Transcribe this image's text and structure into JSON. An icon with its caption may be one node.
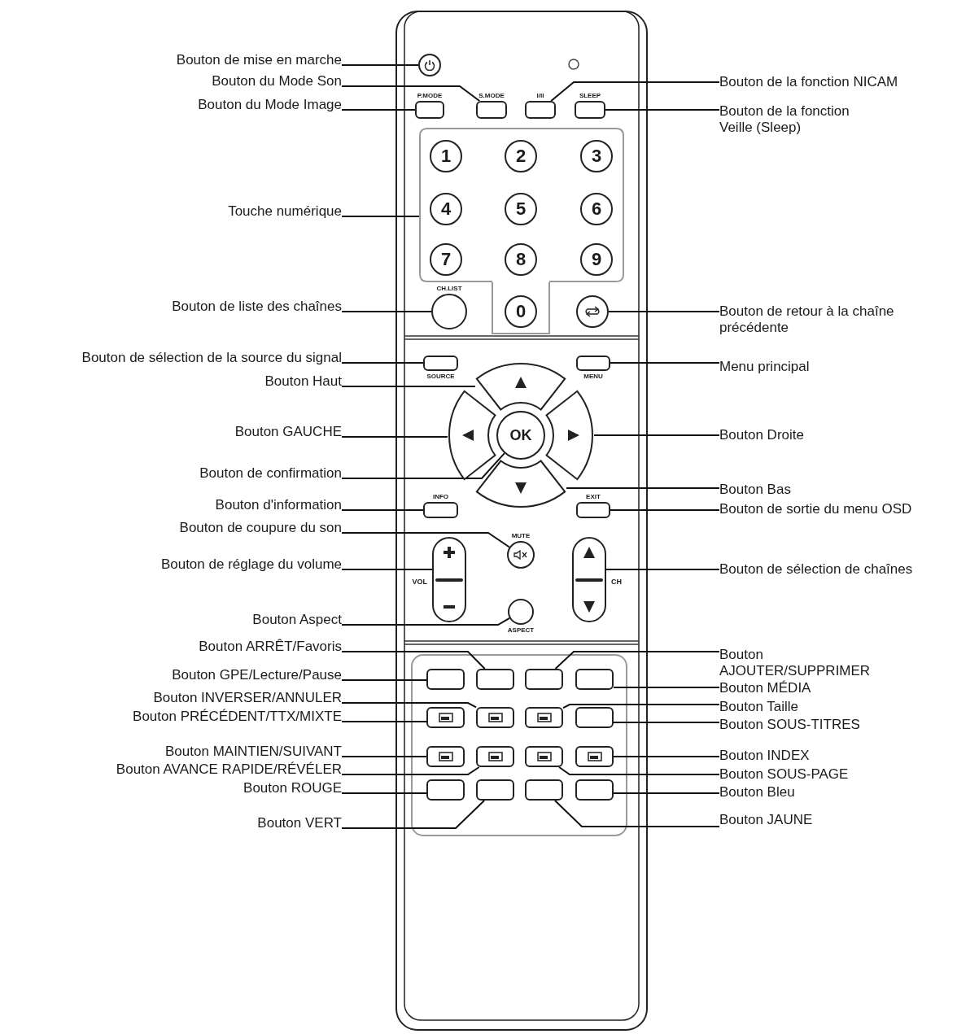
{
  "diagram": {
    "nodes": [
      {
        "text": [
          "Bouton de mise en marche"
        ]
      },
      {
        "text": [
          "Bouton du Mode Son"
        ]
      },
      {
        "text": [
          "Bouton du Mode Image"
        ]
      },
      {
        "text": [
          "Touche numérique"
        ]
      },
      {
        "text": [
          "Bouton de liste des chaînes"
        ]
      },
      {
        "text": [
          "Bouton de sélection de la source du signal"
        ]
      },
      {
        "text": [
          "Bouton Haut"
        ]
      },
      {
        "text": [
          "Bouton GAUCHE"
        ]
      },
      {
        "text": [
          "Bouton de confirmation"
        ]
      },
      {
        "text": [
          "Bouton d'information"
        ]
      },
      {
        "text": [
          "Bouton de coupure du son"
        ]
      },
      {
        "text": [
          "Bouton de réglage du volume"
        ]
      },
      {
        "text": [
          "Bouton Aspect"
        ]
      },
      {
        "text": [
          "Bouton ARRÊT/Favoris"
        ]
      },
      {
        "text": [
          "Bouton GPE/Lecture/Pause"
        ]
      },
      {
        "text": [
          "Bouton INVERSER/ANNULER"
        ]
      },
      {
        "text": [
          "Bouton PRÉCÉDENT/TTX/MIXTE"
        ]
      },
      {
        "text": [
          "Bouton MAINTIEN/SUIVANT"
        ]
      },
      {
        "text": [
          "Bouton AVANCE RAPIDE/RÉVÉLER"
        ]
      },
      {
        "text": [
          "Bouton ROUGE"
        ]
      },
      {
        "text": [
          "Bouton VERT"
        ]
      },
      {
        "text": [
          "Bouton de la fonction NICAM"
        ]
      },
      {
        "text": [
          "Bouton de la fonction Veille (Sleep)"
        ]
      },
      {
        "text": [
          "Bouton de retour à la chaîne précédente"
        ]
      },
      {
        "text": [
          "Menu principal"
        ]
      },
      {
        "text": [
          "Bouton Droite"
        ]
      },
      {
        "text": [
          "Bouton Bas"
        ]
      },
      {
        "text": [
          "Bouton de sortie du menu OSD"
        ]
      },
      {
        "text": [
          "Bouton de sélection de chaînes"
        ]
      },
      {
        "text": [
          "Bouton AJOUTER/SUPPRIMER"
        ]
      },
      {
        "text": [
          "Bouton MÉDIA"
        ]
      },
      {
        "text": [
          "Bouton Taille"
        ]
      },
      {
        "text": [
          "Bouton SOUS-TITRES"
        ]
      },
      {
        "text": [
          "Bouton INDEX"
        ]
      },
      {
        "text": [
          "Bouton SOUS-PAGE"
        ]
      },
      {
        "text": [
          "Bouton Bleu"
        ]
      },
      {
        "text": [
          "Bouton JAUNE"
        ]
      },
      {
        "text": [],
        "shape": "circle"
      },
      {
        "text": [
          "P.MODE"
        ]
      },
      {
        "text": [
          "S.MODE"
        ]
      },
      {
        "text": [
          "I/II"
        ]
      },
      {
        "text": [
          "SLEEP"
        ]
      },
      {
        "text": [],
        "shape": "box"
      },
      {
        "text": [
          "1"
        ],
        "in": 42
      },
      {
        "text": [
          "2"
        ],
        "in": 42
      },
      {
        "text": [
          "3"
        ],
        "in": 42
      },
      {
        "text": [
          "4"
        ],
        "in": 42
      },
      {
        "text": [
          "5"
        ],
        "in": 42
      },
      {
        "text": [
          "6"
        ],
        "in": 42
      },
      {
        "text": [
          "7"
        ],
        "in": 42
      },
      {
        "text": [
          "8"
        ],
        "in": 42
      },
      {
        "text": [
          "9"
        ],
        "in": 42
      },
      {
        "text": [
          "CH.LIST"
        ]
      },
      {
        "text": [
          "0"
        ]
      },
      {
        "text": [],
        "shape": "circle"
      },
      {
        "text": [
          "SOURCE"
        ]
      },
      {
        "text": [
          "MENU"
        ]
      },
      {
        "text": [],
        "shape": "button"
      },
      {
        "text": [],
        "shape": "button"
      },
      {
        "text": [
          "OK"
        ]
      },
      {
        "text": [],
        "shape": "button"
      },
      {
        "text": [],
        "shape": "button"
      },
      {
        "text": [
          "INFO"
        ]
      },
      {
        "text": [
          "EXIT"
        ]
      },
      {
        "text": [
          "MUTE"
        ]
      },
      {
        "text": [],
        "shape": "button",
        "beside": [
          "VOL"
        ]
      },
      {
        "text": [],
        "shape": "button",
        "beside": [
          "CH"
        ]
      },
      {
        "text": [
          "ASPECT"
        ]
      },
      {
        "text": [],
        "shape": "button"
      },
      {
        "text": [],
        "shape": "button"
      },
      {
        "text": [],
        "shape": "button"
      },
      {
        "text": [],
        "shape": "button"
      },
      {
        "text": [],
        "shape": "button"
      },
      {
        "text": [],
        "shape": "button"
      },
      {
        "text": [],
        "shape": "button"
      },
      {
        "text": [],
        "shape": "button"
      },
      {
        "text": [],
        "shape": "button"
      },
      {
        "text": [],
        "shape": "button"
      },
      {
        "text": [],
        "shape": "button"
      },
      {
        "text": [],
        "shape": "button"
      },
      {
        "text": [],
        "shape": "button"
      },
      {
        "text": [],
        "shape": "button"
      },
      {
        "text": [],
        "shape": "button"
      },
      {
        "text": [],
        "shape": "button"
      }
    ],
    "edges": [
      {
        "from": 0,
        "to": 37,
        "arrow": "none"
      },
      {
        "from": 1,
        "to": 39,
        "arrow": "none"
      },
      {
        "from": 2,
        "to": 38,
        "arrow": "none"
      },
      {
        "from": 3,
        "to": 42,
        "arrow": "none"
      },
      {
        "from": 4,
        "to": 52,
        "arrow": "none"
      },
      {
        "from": 5,
        "to": 55,
        "arrow": "none"
      },
      {
        "from": 6,
        "to": 57,
        "arrow": "none"
      },
      {
        "from": 7,
        "to": 58,
        "arrow": "none"
      },
      {
        "from": 8,
        "to": 59,
        "arrow": "none"
      },
      {
        "from": 9,
        "to": 62,
        "arrow": "none"
      },
      {
        "from": 10,
        "to": 64,
        "arrow": "none"
      },
      {
        "from": 11,
        "to": 65,
        "arrow": "none"
      },
      {
        "from": 12,
        "to": 67,
        "arrow": "none"
      },
      {
        "from": 13,
        "to": 69,
        "arrow": "none"
      },
      {
        "from": 14,
        "to": 68,
        "arrow": "none"
      },
      {
        "from": 15,
        "to": 73,
        "arrow": "none"
      },
      {
        "from": 16,
        "to": 72,
        "arrow": "none"
      },
      {
        "from": 17,
        "to": 76,
        "arrow": "none"
      },
      {
        "from": 18,
        "to": 77,
        "arrow": "none"
      },
      {
        "from": 19,
        "to": 80,
        "arrow": "none"
      },
      {
        "from": 20,
        "to": 81,
        "arrow": "none"
      },
      {
        "from": 21,
        "to": 40,
        "arrow": "none"
      },
      {
        "from": 22,
        "to": 41,
        "arrow": "none"
      },
      {
        "from": 23,
        "to": 54,
        "arrow": "none"
      },
      {
        "from": 24,
        "to": 56,
        "arrow": "none"
      },
      {
        "from": 25,
        "to": 60,
        "arrow": "none"
      },
      {
        "from": 26,
        "to": 61,
        "arrow": "none"
      },
      {
        "from": 27,
        "to": 63,
        "arrow": "none"
      },
      {
        "from": 28,
        "to": 66,
        "arrow": "none"
      },
      {
        "from": 29,
        "to": 70,
        "arrow": "none"
      },
      {
        "from": 30,
        "to": 71,
        "arrow": "none"
      },
      {
        "from": 31,
        "to": 74,
        "arrow": "none"
      },
      {
        "from": 32,
        "to": 75,
        "arrow": "none"
      },
      {
        "from": 33,
        "to": 79,
        "arrow": "none"
      },
      {
        "from": 34,
        "to": 78,
        "arrow": "none"
      },
      {
        "from": 35,
        "to": 83,
        "arrow": "none"
      },
      {
        "from": 36,
        "to": 82,
        "arrow": "none"
      }
    ]
  }
}
